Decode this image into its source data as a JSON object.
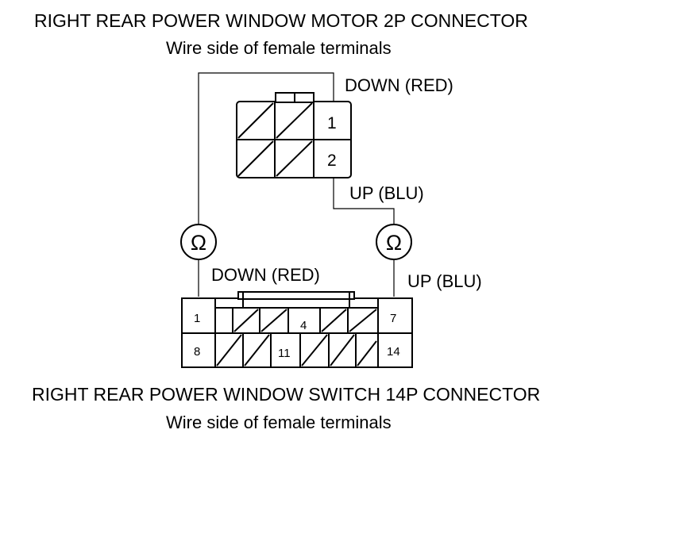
{
  "motor_connector": {
    "title": "RIGHT REAR POWER WINDOW MOTOR 2P CONNECTOR",
    "subtitle": "Wire side of female terminals",
    "pins": {
      "p1": "1",
      "p2": "2"
    },
    "wire_down": "DOWN (RED)",
    "wire_up": "UP (BLU)"
  },
  "switch_connector": {
    "title": "RIGHT REAR POWER WINDOW SWITCH 14P CONNECTOR",
    "subtitle": "Wire side of female terminals",
    "pins": {
      "p1": "1",
      "p4": "4",
      "p7": "7",
      "p8": "8",
      "p11": "11",
      "p14": "14"
    },
    "wire_down": "DOWN (RED)",
    "wire_up": "UP (BLU)"
  },
  "ohmmeter_symbol": "Ω",
  "icons": [
    "ohmmeter-icon",
    "ohmmeter-icon"
  ]
}
